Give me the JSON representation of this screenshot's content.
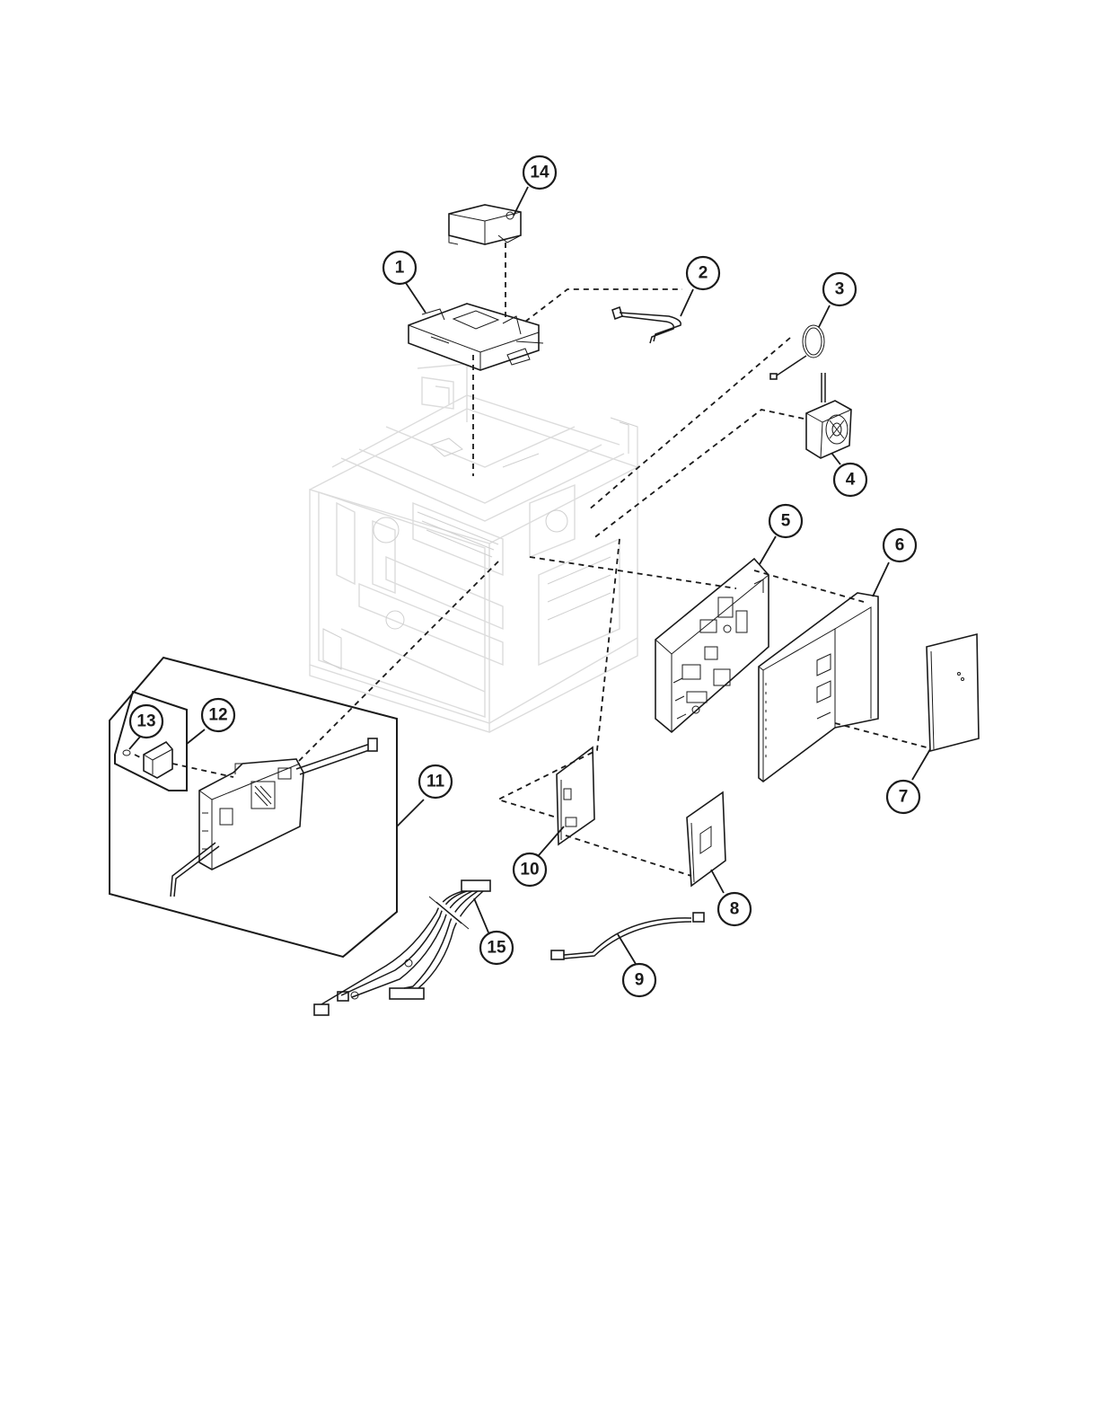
{
  "callouts": [
    {
      "id": "c1",
      "label": "1"
    },
    {
      "id": "c2",
      "label": "2"
    },
    {
      "id": "c3",
      "label": "3"
    },
    {
      "id": "c4",
      "label": "4"
    },
    {
      "id": "c5",
      "label": "5"
    },
    {
      "id": "c6",
      "label": "6"
    },
    {
      "id": "c7",
      "label": "7"
    },
    {
      "id": "c8",
      "label": "8"
    },
    {
      "id": "c9",
      "label": "9"
    },
    {
      "id": "c10",
      "label": "10"
    },
    {
      "id": "c11",
      "label": "11"
    },
    {
      "id": "c12",
      "label": "12"
    },
    {
      "id": "c13",
      "label": "13"
    },
    {
      "id": "c14",
      "label": "14"
    },
    {
      "id": "c15",
      "label": "15"
    }
  ],
  "colors": {
    "line": "#1a1a1a",
    "frame_ghost": "#dcdcdc",
    "background": "#ffffff"
  }
}
